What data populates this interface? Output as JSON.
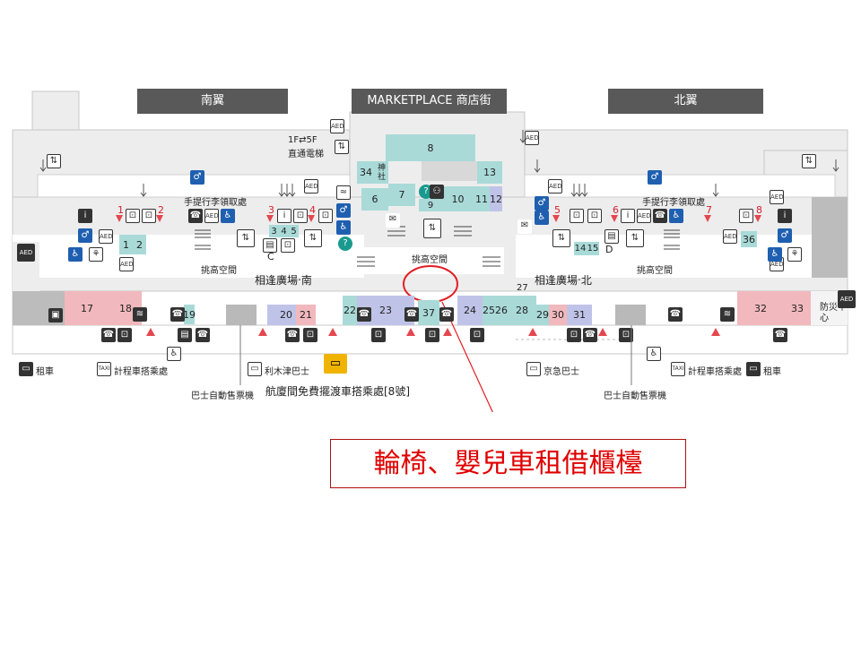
{
  "wings": {
    "south": "南翼",
    "marketplace": "MARKETPLACE 商店街",
    "north": "北翼"
  },
  "plazas": {
    "south": "相逢廣場‧南",
    "north": "相逢廣場‧北"
  },
  "labels": {
    "baggage_claim": "手提行李領取處",
    "atrium": "挑高空間",
    "express_elevator_line1": "1F⇄5F",
    "express_elevator_line2": "直通電梯",
    "shrine": "神社",
    "disaster_center": "防災中心",
    "rental_car": "租車",
    "taxi_stand": "計程車搭乘處",
    "limousine_bus": "利木津巴士",
    "keikyu_bus": "京急巴士",
    "bus_ticket_machine": "巴士自動售票機",
    "shuttle_bus": "航廈間免費擺渡車搭乘處[8號]",
    "gate_c": "C",
    "gate_d": "D"
  },
  "gates": [
    "1",
    "2",
    "3",
    "4",
    "5",
    "6",
    "7",
    "8"
  ],
  "shops": [
    "1",
    "2",
    "3",
    "4",
    "5",
    "6",
    "7",
    "8",
    "9",
    "10",
    "11",
    "12",
    "13",
    "14",
    "15",
    "17",
    "18",
    "19",
    "20",
    "21",
    "22",
    "23",
    "24",
    "25",
    "26",
    "27",
    "28",
    "29",
    "30",
    "31",
    "32",
    "33",
    "36",
    "37"
  ],
  "callout": {
    "text": "輪椅、嬰兒車租借櫃檯"
  },
  "colors": {
    "wing_bar": "#595959",
    "callout_red": "#e00000",
    "gate_red": "#d6202f",
    "marker_red": "#e4474f",
    "shop_teal": "#a9dad8",
    "shop_pink": "#f1b8bd",
    "shop_purple": "#c0c3e8"
  }
}
